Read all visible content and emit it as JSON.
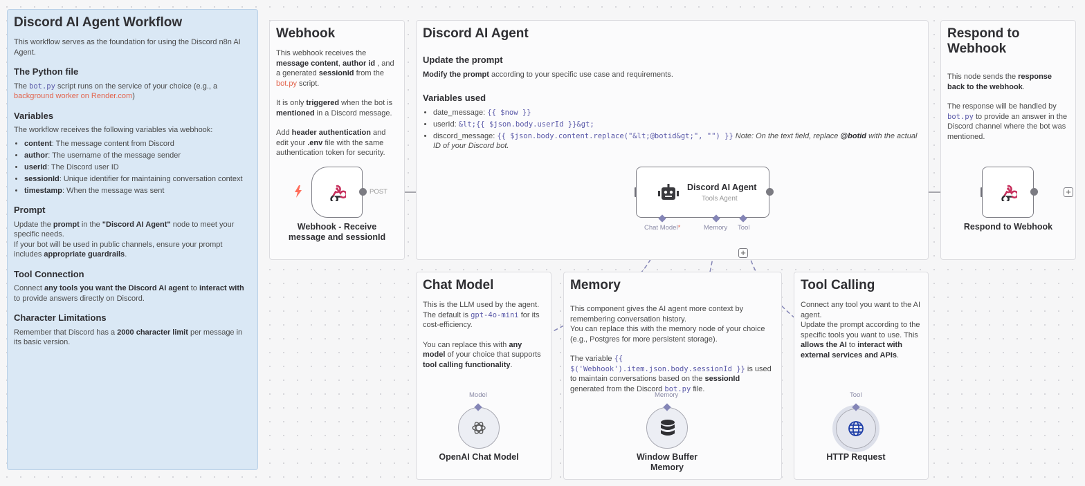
{
  "sticky_main": {
    "title": "Discord AI Agent Workflow",
    "intro": "This workflow serves as the foundation for using the Discord n8n AI Agent.",
    "python_heading": "The Python file",
    "python_pre": "The ",
    "python_code": "bot.py",
    "python_mid": " script runs on the service of your choice (e.g., a ",
    "python_link": "background worker on Render.com",
    "python_post": ")",
    "variables_heading": "Variables",
    "variables_intro": "The workflow receives the following variables via webhook:",
    "variables": [
      {
        "name": "content",
        "desc": ": The message content from Discord"
      },
      {
        "name": "author",
        "desc": ": The username of the message sender"
      },
      {
        "name": "userId",
        "desc": ": The Discord user ID"
      },
      {
        "name": "sessionId",
        "desc": ": Unique identifier for maintaining conversation context"
      },
      {
        "name": "timestamp",
        "desc": ": When the message was sent"
      }
    ],
    "prompt_heading": "Prompt",
    "prompt_pre": "Update the ",
    "prompt_bold1": "prompt",
    "prompt_mid": " in the ",
    "prompt_bold2": "\"Discord AI Agent\"",
    "prompt_post": " node to meet your specific needs.",
    "prompt_line2_pre": "If your bot will be used in public channels, ensure your prompt includes ",
    "prompt_line2_bold": "appropriate guardrails",
    "prompt_line2_post": ".",
    "tool_heading": "Tool Connection",
    "tool_pre": "Connect ",
    "tool_bold1": "any tools you want the Discord AI agent",
    "tool_mid": " to ",
    "tool_bold2": "interact with",
    "tool_post": " to provide answers directly on Discord.",
    "char_heading": "Character Limitations",
    "char_pre": "Remember that Discord has a ",
    "char_bold": "2000 character limit",
    "char_post": " per message in its basic version."
  },
  "sticky_webhook": {
    "title": "Webhook",
    "p1_pre": "This webhook receives the ",
    "p1_b1": "message content",
    "p1_c1": ", ",
    "p1_b2": "author id",
    "p1_c2": " , and a generated ",
    "p1_b3": "sessionId",
    "p1_c3": " from the ",
    "p1_red": "bot.py",
    "p1_post": " script.",
    "p2_pre": "It is only ",
    "p2_b1": "triggered",
    "p2_mid": " when the bot is ",
    "p2_b2": "mentioned",
    "p2_post": " in a Discord message.",
    "p3_pre": "Add ",
    "p3_b1": "header authentication",
    "p3_mid": " and edit your ",
    "p3_b2": ".env",
    "p3_post": " file with the same authentication token for security."
  },
  "sticky_agent": {
    "title": "Discord AI Agent",
    "update_heading": "Update the prompt",
    "update_bold": "Modify the prompt",
    "update_text": " according to your specific use case and requirements.",
    "vars_heading": "Variables used",
    "v1_name": "date_message",
    "v1_code": "{{ $now }}",
    "v2_name": "userId",
    "v2_code": "&lt;{{ $json.body.userId }}&gt;",
    "v3_name": "discord_message",
    "v3_code": "{{ $json.body.content.replace(\"&lt;@botid&gt;\", \"\") }}",
    "v3_note_pre": " Note: On the text field, replace ",
    "v3_note_bold": "@botid",
    "v3_note_post": " with the actual ID of your Discord bot."
  },
  "sticky_respond": {
    "title": "Respond to Webhook",
    "p1_pre": "This node sends the ",
    "p1_bold": "response back to the webhook",
    "p1_post": ".",
    "p2_pre": "The response will be handled by ",
    "p2_code": "bot.py",
    "p2_post": " to provide an answer in the Discord channel where the bot was mentioned."
  },
  "sticky_chat": {
    "title": "Chat Model",
    "p1_pre": "This is the LLM used by the agent. The default is ",
    "p1_code": "gpt-4o-mini",
    "p1_post": " for its cost-efficiency.",
    "p2_pre": "You can replace this with ",
    "p2_b1": "any model",
    "p2_mid": " of your choice that supports ",
    "p2_b2": "tool calling functionality",
    "p2_post": "."
  },
  "sticky_memory": {
    "title": "Memory",
    "p1": "This component gives the AI agent more context by remembering conversation history.",
    "p1b": "You can replace this with the memory node of your choice (e.g., Postgres for more persistent storage).",
    "p2_pre": "The variable ",
    "p2_code": "{{ $('Webhook').item.json.body.sessionId }}",
    "p2_mid": " is used to maintain conversations based on the ",
    "p2_bold": "sessionId",
    "p2_mid2": " generated from the Discord ",
    "p2_code2": "bot.py",
    "p2_post": " file."
  },
  "sticky_tool": {
    "title": "Tool Calling",
    "p1": "Connect any tool you want to the AI agent.",
    "p2_pre": "Update the prompt according to the specific tools you want to use. This ",
    "p2_b1": "allows the AI",
    "p2_mid": " to ",
    "p2_b2": "interact with external services and APIs",
    "p2_post": "."
  },
  "nodes": {
    "webhook": {
      "label": "Webhook - Receive message and sessionId",
      "port_label": "POST",
      "icon": "webhook-icon"
    },
    "agent": {
      "label": "Discord AI Agent",
      "subtitle": "Tools Agent",
      "icon": "robot-icon",
      "port_chat": "Chat Model",
      "port_chat_required": "*",
      "port_memory": "Memory",
      "port_tool": "Tool"
    },
    "respond": {
      "label": "Respond to Webhook",
      "icon": "webhook-icon"
    },
    "openai": {
      "label": "OpenAI Chat Model",
      "port": "Model",
      "icon": "openai-icon"
    },
    "memory": {
      "label": "Window Buffer Memory",
      "port": "Memory",
      "icon": "database-icon"
    },
    "http": {
      "label": "HTTP Request",
      "port": "Tool",
      "icon": "globe-icon"
    }
  },
  "colors": {
    "accent": "#8485b6",
    "trigger": "#ff6d5a",
    "webhook_pink": "#c7305d",
    "sticky_blue": "#dae8f5"
  }
}
